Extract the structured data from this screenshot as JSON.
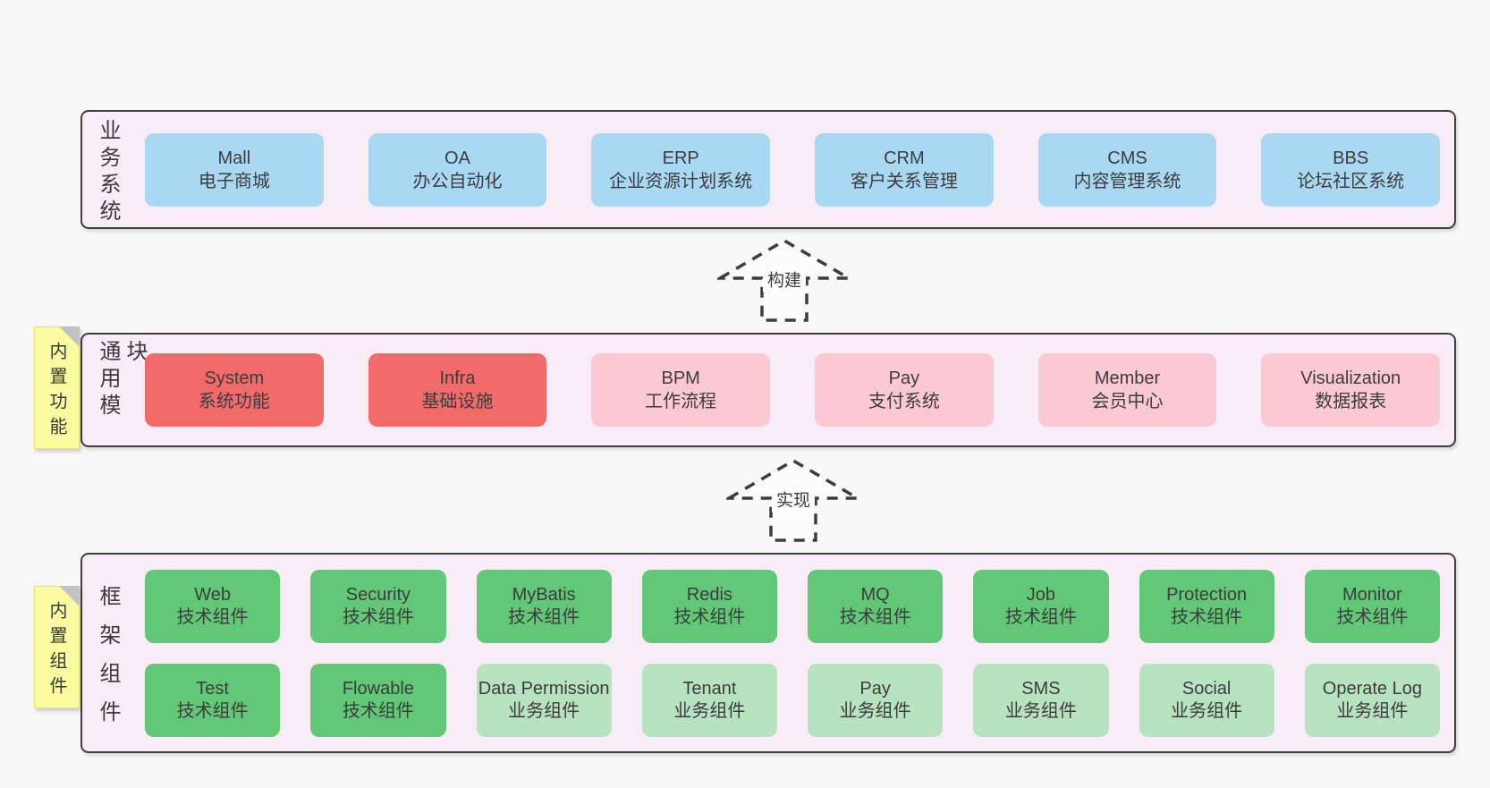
{
  "colors": {
    "page_bg": "#f8f8f8",
    "container_bg": "#f8ecf6",
    "container_border": "#3f3f3f",
    "business_box_blue": "#a9d8f3",
    "core_module_red": "#f16b6b",
    "optional_module_pink": "#fbc9d2",
    "tech_component_green": "#62c878",
    "biz_component_lightgreen": "#b7e3c1",
    "sticky_note_yellow": "#fafaa0",
    "text": "#3b3b3b"
  },
  "arrows": [
    {
      "label": "构建"
    },
    {
      "label": "实现"
    }
  ],
  "sections": {
    "business": {
      "label": "业务系统",
      "boxes": [
        {
          "name": "Mall",
          "subtitle": "电子商城",
          "variant": "blue"
        },
        {
          "name": "OA",
          "subtitle": "办公自动化",
          "variant": "blue"
        },
        {
          "name": "ERP",
          "subtitle": "企业资源计划系统",
          "variant": "blue"
        },
        {
          "name": "CRM",
          "subtitle": "客户关系管理",
          "variant": "blue"
        },
        {
          "name": "CMS",
          "subtitle": "内容管理系统",
          "variant": "blue"
        },
        {
          "name": "BBS",
          "subtitle": "论坛社区系统",
          "variant": "blue"
        }
      ]
    },
    "modules": {
      "label": "通用模块",
      "sticky": "内置功能",
      "boxes": [
        {
          "name": "System",
          "subtitle": "系统功能",
          "variant": "red"
        },
        {
          "name": "Infra",
          "subtitle": "基础设施",
          "variant": "red"
        },
        {
          "name": "BPM",
          "subtitle": "工作流程",
          "variant": "pink"
        },
        {
          "name": "Pay",
          "subtitle": "支付系统",
          "variant": "pink"
        },
        {
          "name": "Member",
          "subtitle": "会员中心",
          "variant": "pink"
        },
        {
          "name": "Visualization",
          "subtitle": "数据报表",
          "variant": "pink"
        }
      ]
    },
    "components": {
      "label": "框架组件",
      "sticky": "内置组件",
      "rows": [
        [
          {
            "name": "Web",
            "subtitle": "技术组件",
            "variant": "green"
          },
          {
            "name": "Security",
            "subtitle": "技术组件",
            "variant": "green"
          },
          {
            "name": "MyBatis",
            "subtitle": "技术组件",
            "variant": "green"
          },
          {
            "name": "Redis",
            "subtitle": "技术组件",
            "variant": "green"
          },
          {
            "name": "MQ",
            "subtitle": "技术组件",
            "variant": "green"
          },
          {
            "name": "Job",
            "subtitle": "技术组件",
            "variant": "green"
          },
          {
            "name": "Protection",
            "subtitle": "技术组件",
            "variant": "green"
          },
          {
            "name": "Monitor",
            "subtitle": "技术组件",
            "variant": "green"
          }
        ],
        [
          {
            "name": "Test",
            "subtitle": "技术组件",
            "variant": "green"
          },
          {
            "name": "Flowable",
            "subtitle": "技术组件",
            "variant": "green"
          },
          {
            "name": "Data Permission",
            "subtitle": "业务组件",
            "variant": "lightgreen"
          },
          {
            "name": "Tenant",
            "subtitle": "业务组件",
            "variant": "lightgreen"
          },
          {
            "name": "Pay",
            "subtitle": "业务组件",
            "variant": "lightgreen"
          },
          {
            "name": "SMS",
            "subtitle": "业务组件",
            "variant": "lightgreen"
          },
          {
            "name": "Social",
            "subtitle": "业务组件",
            "variant": "lightgreen"
          },
          {
            "name": "Operate Log",
            "subtitle": "业务组件",
            "variant": "lightgreen"
          }
        ]
      ]
    }
  }
}
